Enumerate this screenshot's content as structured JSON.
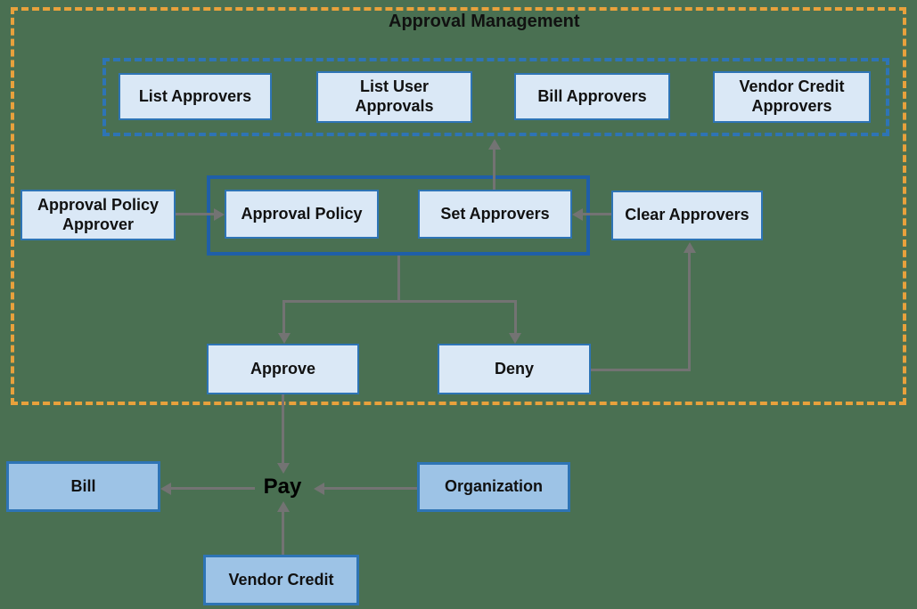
{
  "colors": {
    "background": "#4A7052",
    "box_border_blue": "#2E74B5",
    "box_fill_light": "#DAE8F6",
    "box_fill_dark": "#9DC3E6",
    "container_border_blue": "#1F5FA8",
    "dashed_blue": "#2E74B5",
    "dashed_orange": "#E8A13C",
    "connector_gray": "#737373",
    "text": "#111111"
  },
  "containers": {
    "approval_management": {
      "title": "Approval Management"
    }
  },
  "nodes": {
    "list_approvers": {
      "label": "List Approvers"
    },
    "list_user_approvals": {
      "label": "List User Approvals"
    },
    "bill_approvers": {
      "label": "Bill Approvers"
    },
    "vendor_credit_approvers": {
      "label": "Vendor Credit Approvers"
    },
    "approval_policy_approver": {
      "label": "Approval Policy Approver"
    },
    "approval_policy": {
      "label": "Approval Policy"
    },
    "set_approvers": {
      "label": "Set Approvers"
    },
    "clear_approvers": {
      "label": "Clear Approvers"
    },
    "approve": {
      "label": "Approve"
    },
    "deny": {
      "label": "Deny"
    },
    "bill": {
      "label": "Bill"
    },
    "organization": {
      "label": "Organization"
    },
    "vendor_credit": {
      "label": "Vendor Credit"
    },
    "pay": {
      "label": "Pay"
    }
  },
  "edges": [
    {
      "from": "approval_policy_approver",
      "to": "approval_policy",
      "direction": "right"
    },
    {
      "from": "set_approvers",
      "to": "approval_api_group",
      "direction": "up"
    },
    {
      "from": "clear_approvers",
      "to": "set_approvers",
      "direction": "left"
    },
    {
      "from": "approval_policy_group",
      "to": "approve",
      "direction": "down"
    },
    {
      "from": "approval_policy_group",
      "to": "deny",
      "direction": "down"
    },
    {
      "from": "deny",
      "to": "clear_approvers",
      "direction": "right-up"
    },
    {
      "from": "approve",
      "to": "pay",
      "direction": "down"
    },
    {
      "from": "pay",
      "to": "bill",
      "direction": "left"
    },
    {
      "from": "organization",
      "to": "pay",
      "direction": "left"
    },
    {
      "from": "vendor_credit",
      "to": "pay",
      "direction": "up"
    }
  ]
}
